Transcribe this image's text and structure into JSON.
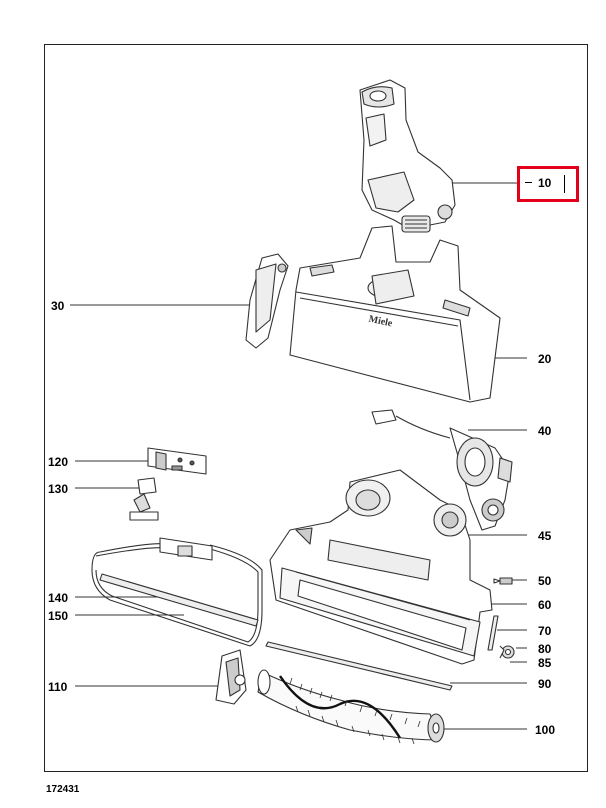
{
  "drawing_number": "172431",
  "highlight_color": "#e3001b",
  "parts": {
    "p10": "10",
    "p20": "20",
    "p30": "30",
    "p40": "40",
    "p45": "45",
    "p50": "50",
    "p60": "60",
    "p70": "70",
    "p80": "80",
    "p85": "85",
    "p90": "90",
    "p100": "100",
    "p110": "110",
    "p120": "120",
    "p130": "130",
    "p140": "140",
    "p150": "150"
  },
  "brand_mark": "Miele"
}
